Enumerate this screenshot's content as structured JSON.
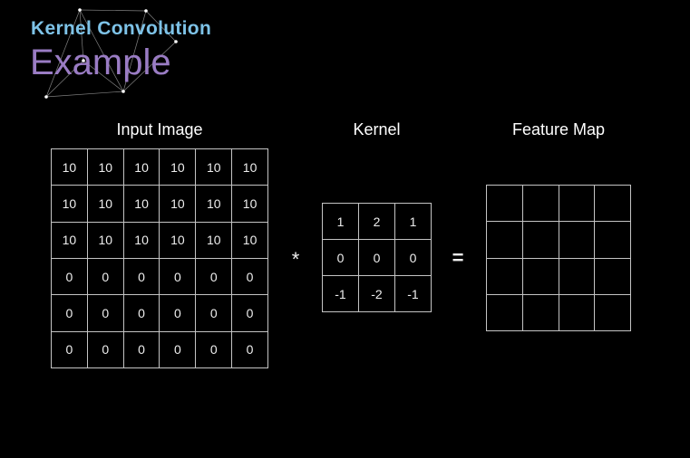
{
  "slide": {
    "title": "Kernel Convolution",
    "subtitle": "Example"
  },
  "labels": {
    "input": "Input Image",
    "kernel": "Kernel",
    "feature": "Feature Map"
  },
  "operators": {
    "convolution": "*",
    "equals": "="
  },
  "grids": {
    "input": [
      [
        10,
        10,
        10,
        10,
        10,
        10
      ],
      [
        10,
        10,
        10,
        10,
        10,
        10
      ],
      [
        10,
        10,
        10,
        10,
        10,
        10
      ],
      [
        0,
        0,
        0,
        0,
        0,
        0
      ],
      [
        0,
        0,
        0,
        0,
        0,
        0
      ],
      [
        0,
        0,
        0,
        0,
        0,
        0
      ]
    ],
    "kernel": [
      [
        1,
        2,
        1
      ],
      [
        0,
        0,
        0
      ],
      [
        -1,
        -2,
        -1
      ]
    ],
    "feature": [
      [
        "",
        "",
        "",
        ""
      ],
      [
        "",
        "",
        "",
        ""
      ],
      [
        "",
        "",
        "",
        ""
      ],
      [
        "",
        "",
        "",
        ""
      ]
    ]
  },
  "colors": {
    "background": "#000000",
    "title": "#7ec3e8",
    "subtitle": "#9a7cc4",
    "grid_line": "#c4c4c4",
    "cell_text": "#eeeeee",
    "label_text": "#ffffff"
  }
}
